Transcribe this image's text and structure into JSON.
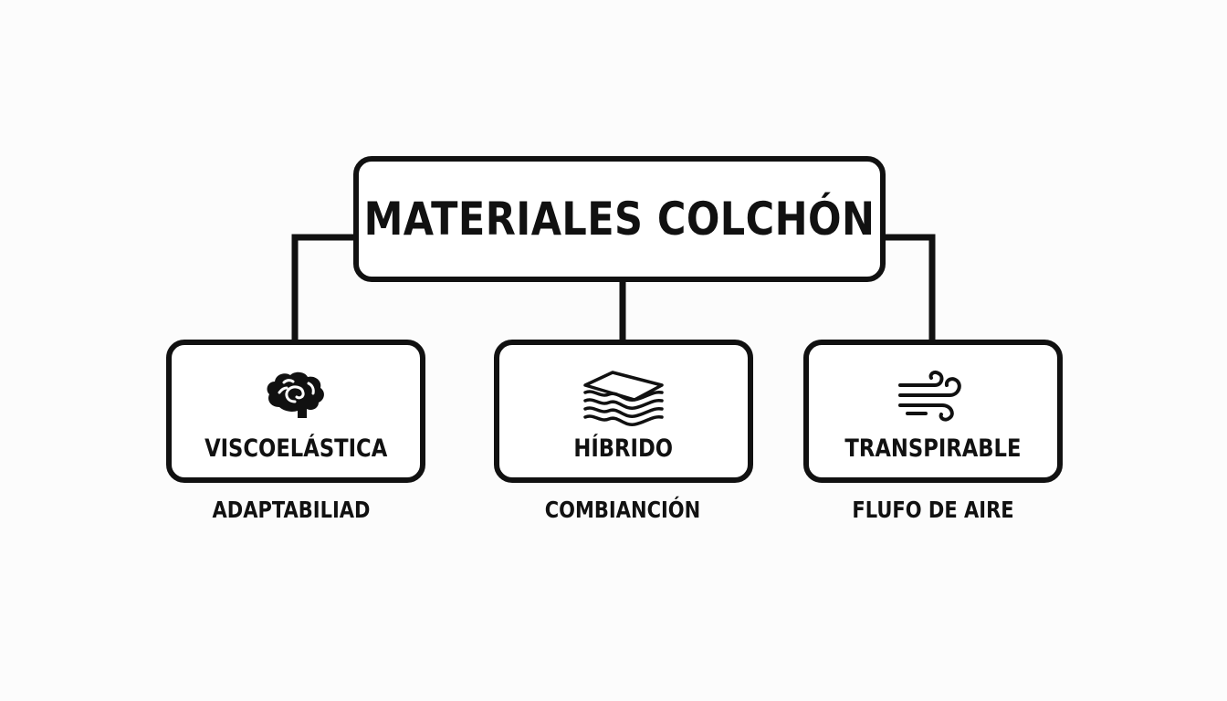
{
  "root": {
    "title": "MATERIALES COLCHÓN"
  },
  "nodes": [
    {
      "title": "VISCOELÁSTICA",
      "icon": "brain-icon",
      "caption": "ADAPTABILIAD"
    },
    {
      "title": "HÍBRIDO",
      "icon": "layers-icon",
      "caption": "COMBIANCIÓN"
    },
    {
      "title": "TRANSPIRABLE",
      "icon": "wind-icon",
      "caption": "FLUFO DE AIRE"
    }
  ],
  "colors": {
    "stroke": "#111111",
    "background": "#fcfcfc",
    "box_fill": "#ffffff"
  }
}
